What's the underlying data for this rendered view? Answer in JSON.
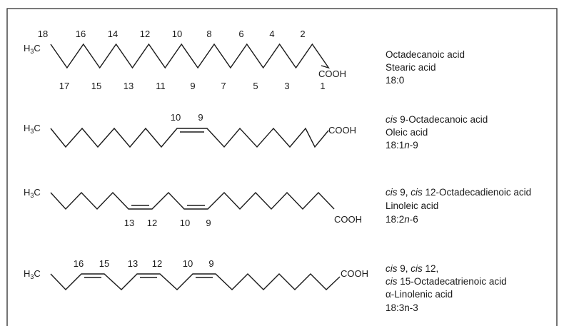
{
  "molecules": [
    {
      "id": "stearic",
      "terminal_left": {
        "prefix": "H",
        "sub": "3",
        "suffix": "C"
      },
      "terminal_right": "COOH",
      "carbon_numbers": [
        "18",
        "16",
        "14",
        "12",
        "10",
        "8",
        "6",
        "4",
        "2",
        "17",
        "15",
        "13",
        "11",
        "9",
        "7",
        "5",
        "3",
        "1"
      ],
      "double_bond_numbers": [],
      "names": {
        "systematic": [
          {
            "t": "Octadecanoic acid",
            "i": false
          }
        ],
        "common": "Stearic acid",
        "notation": [
          {
            "t": "18:0",
            "i": false
          }
        ]
      }
    },
    {
      "id": "oleic",
      "terminal_left": {
        "prefix": "H",
        "sub": "3",
        "suffix": "C"
      },
      "terminal_right": "COOH",
      "carbon_numbers": [],
      "double_bond_numbers": [
        "10",
        "9"
      ],
      "names": {
        "systematic": [
          {
            "t": "cis",
            "i": true
          },
          {
            "t": " 9-Octadecanoic acid",
            "i": false
          }
        ],
        "common": "Oleic acid",
        "notation": [
          {
            "t": "18:1",
            "i": false
          },
          {
            "t": "n",
            "i": true
          },
          {
            "t": "-9",
            "i": false
          }
        ]
      }
    },
    {
      "id": "linoleic",
      "terminal_left": {
        "prefix": "H",
        "sub": "3",
        "suffix": "C"
      },
      "terminal_right": "COOH",
      "carbon_numbers": [],
      "double_bond_numbers": [
        "13",
        "12",
        "10",
        "9"
      ],
      "names": {
        "systematic": [
          {
            "t": "cis",
            "i": true
          },
          {
            "t": " 9, ",
            "i": false
          },
          {
            "t": "cis",
            "i": true
          },
          {
            "t": " 12-Octadecadienoic acid",
            "i": false
          }
        ],
        "common": "Linoleic acid",
        "notation": [
          {
            "t": "18:2",
            "i": false
          },
          {
            "t": "n",
            "i": true
          },
          {
            "t": "-6",
            "i": false
          }
        ]
      }
    },
    {
      "id": "alpha-linolenic",
      "terminal_left": {
        "prefix": "H",
        "sub": "3",
        "suffix": "C"
      },
      "terminal_right": "COOH",
      "carbon_numbers": [],
      "double_bond_numbers": [
        "16",
        "15",
        "13",
        "12",
        "10",
        "9"
      ],
      "names": {
        "systematic": [
          {
            "t": "cis",
            "i": true
          },
          {
            "t": " 9, ",
            "i": false
          },
          {
            "t": "cis",
            "i": true
          },
          {
            "t": " 12,",
            "i": false
          }
        ],
        "systematic_2": [
          {
            "t": "cis",
            "i": true
          },
          {
            "t": " 15-Octadecatrienoic acid",
            "i": false
          }
        ],
        "common": "α-Linolenic acid",
        "notation": [
          {
            "t": "18:3n-3",
            "i": false
          }
        ]
      }
    }
  ]
}
